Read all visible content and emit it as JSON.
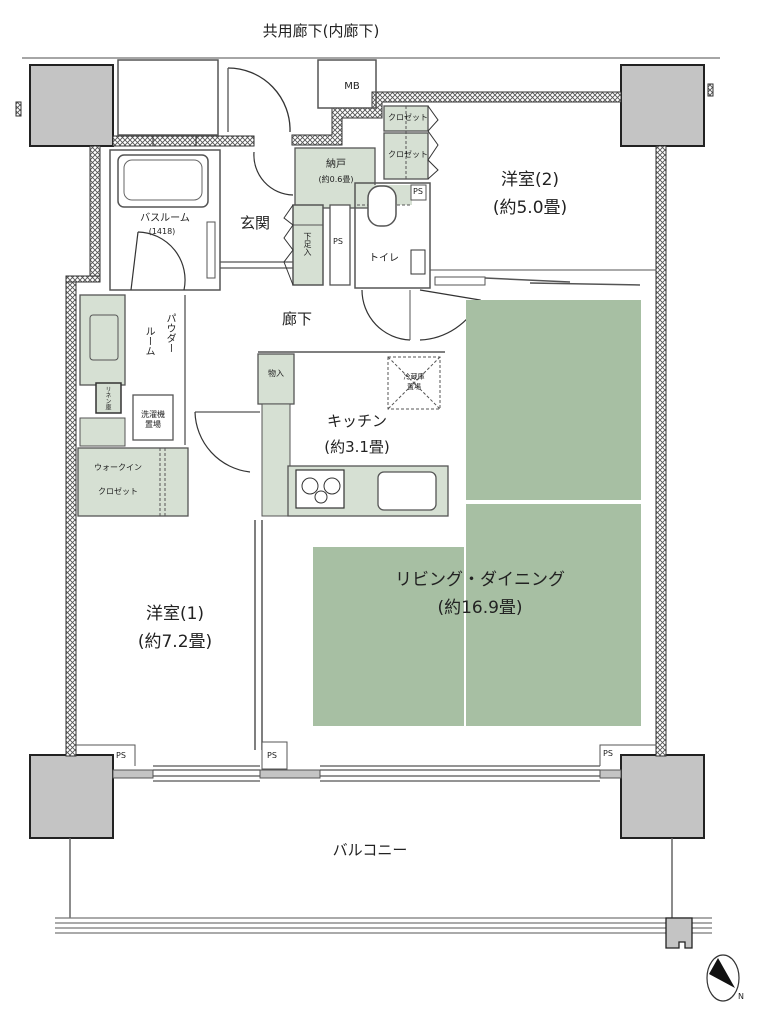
{
  "title": "共用廊下(内廊下)",
  "colors": {
    "floor_green": "#a7bfa3",
    "storage_green": "#d6e0d3",
    "column_gray": "#c4c4c4",
    "wall_line": "#333333",
    "hatch": "#555555"
  },
  "rooms": {
    "western_room_2": {
      "name": "洋室(2)",
      "area": "(約5.0畳)"
    },
    "western_room_1": {
      "name": "洋室(1)",
      "area": "(約7.2畳)"
    },
    "kitchen": {
      "name": "キッチン",
      "area": "(約3.1畳)"
    },
    "living_dining": {
      "name": "リビング・ダイニング",
      "area": "(約16.9畳)"
    },
    "storage": {
      "name": "納戸",
      "area": "(約0.6畳)"
    },
    "bathroom": {
      "name": "バスルーム",
      "size": "(1418)"
    },
    "entrance": {
      "name": "玄関"
    },
    "hallway": {
      "name": "廊下"
    },
    "toilet": {
      "name": "トイレ"
    },
    "powder_room": {
      "name": "パウダールーム",
      "line1": "パウダー",
      "line2": "ルーム"
    },
    "walk_in_closet": {
      "line1": "ウォークイン",
      "line2": "クロゼット"
    },
    "balcony": {
      "name": "バルコニー"
    }
  },
  "fixtures": {
    "mb": "MB",
    "closet_1": "クロゼット",
    "closet_2": "クロゼット",
    "shoe_box": "下足入",
    "storage_cabinet": "物入",
    "washer": "洗濯機置場",
    "washer_l1": "洗濯機",
    "washer_l2": "置場",
    "fridge": "冷蔵庫置場",
    "fridge_l1": "冷蔵庫",
    "fridge_l2": "置場",
    "linen": "リネン庫",
    "ps_labels": [
      "PS",
      "PS",
      "PS",
      "PS",
      "PS"
    ]
  },
  "compass": {
    "label": "N"
  }
}
